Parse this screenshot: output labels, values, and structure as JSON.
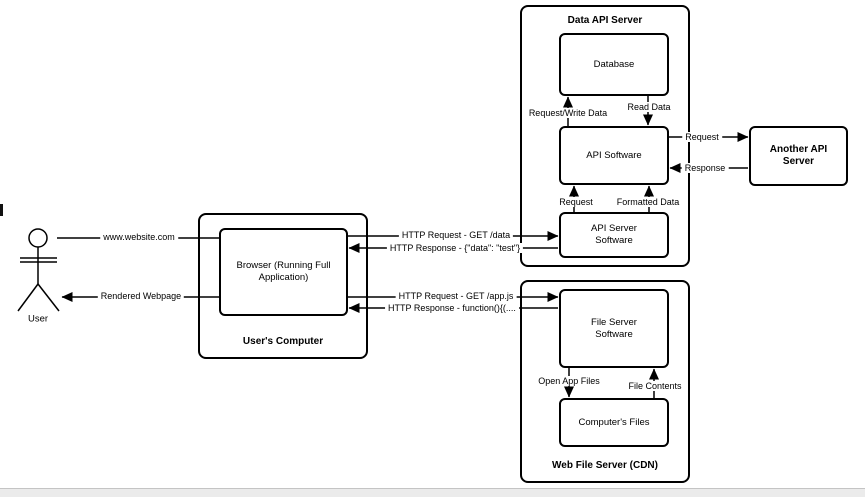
{
  "diagram": {
    "user_label": "User",
    "users_computer": {
      "title": "User's Computer",
      "browser_label": "Browser (Running Full Application)"
    },
    "data_api_server": {
      "title": "Data API Server",
      "database_label": "Database",
      "api_software_label": "API Software",
      "api_server_software_label": "API Server Software"
    },
    "another_api_server": {
      "title": "Another API Server"
    },
    "web_file_server": {
      "title": "Web File Server (CDN)",
      "file_server_software_label": "File Server Software",
      "computers_files_label": "Computer's Files"
    },
    "arrows": {
      "website_url": "www.website.com",
      "rendered_webpage": "Rendered Webpage",
      "http_request_data": "HTTP Request - GET /data",
      "http_response_data": "HTTP Response - {\"data\": \"test\"}",
      "http_request_appjs": "HTTP Request - GET /app.js",
      "http_response_appjs": "HTTP Response - function(){(....",
      "request_write_data": "Request/Write Data",
      "read_data": "Read Data",
      "request_to_another": "Request",
      "response_from_another": "Response",
      "request_up": "Request",
      "formatted_data": "Formatted Data",
      "open_app_files": "Open App Files",
      "file_contents": "File Contents"
    },
    "colors": {
      "line": "#000000",
      "background": "#ffffff",
      "footer_bar": "#ebebeb"
    }
  }
}
